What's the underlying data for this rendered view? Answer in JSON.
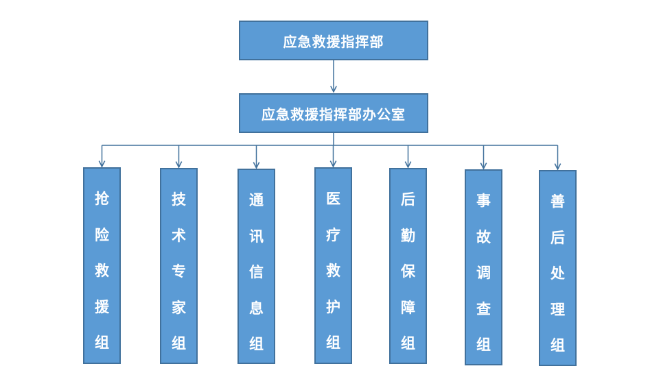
{
  "diagram": {
    "root": {
      "label": "应急救援指挥部"
    },
    "office": {
      "label": "应急救援指挥部办公室"
    },
    "groups": [
      {
        "label": "抢险救援组"
      },
      {
        "label": "技术专家组"
      },
      {
        "label": "通讯信息组"
      },
      {
        "label": "医疗救护组"
      },
      {
        "label": "后勤保障组"
      },
      {
        "label": "事故调查组"
      },
      {
        "label": "善后处理组"
      }
    ]
  },
  "colors": {
    "box_fill": "#5b9bd5",
    "box_border": "#41719c",
    "box_text": "#ffffff",
    "connector": "#41719c"
  }
}
